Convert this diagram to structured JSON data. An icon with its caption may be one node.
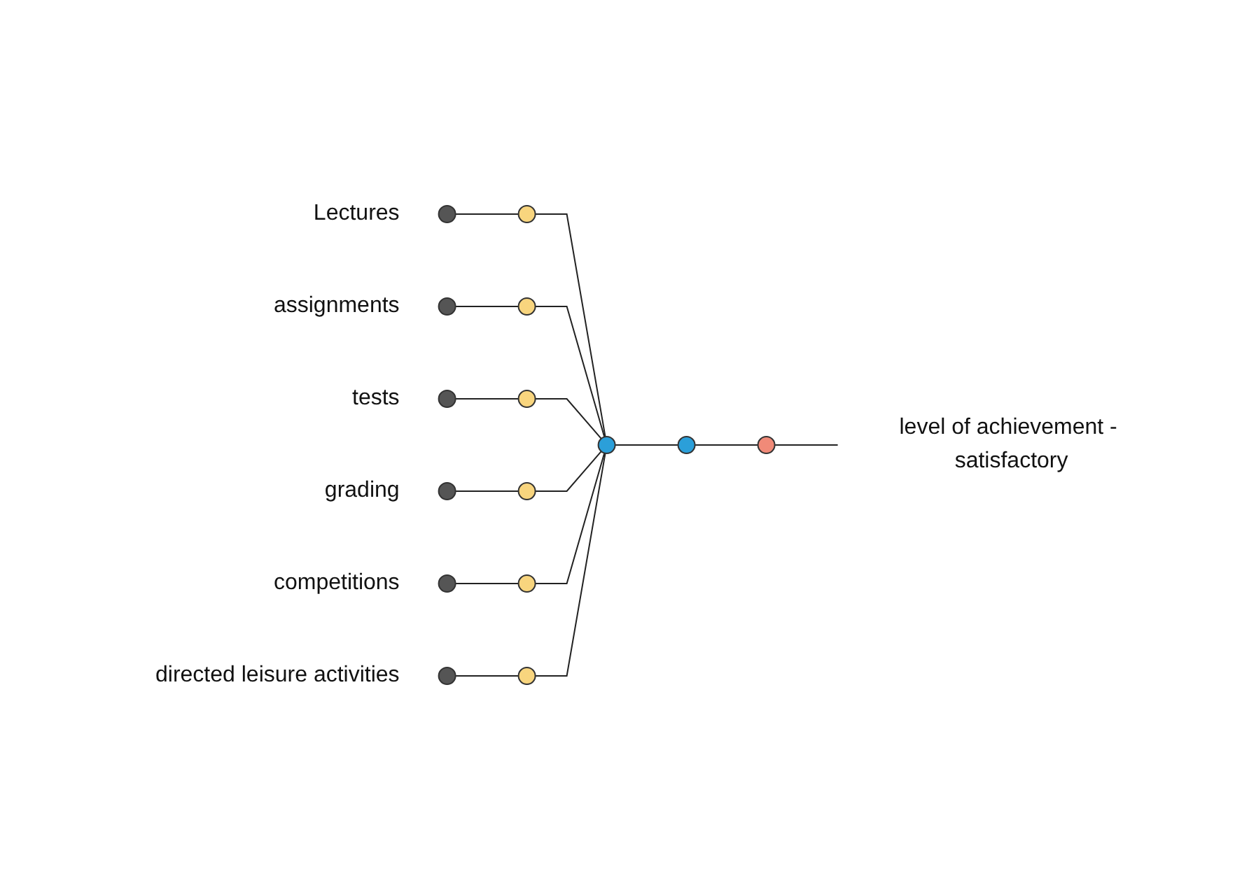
{
  "diagram": {
    "nodes": [
      {
        "text": [],
        "shape": "circle",
        "beside": [
          "Lectures"
        ]
      },
      {
        "text": [],
        "shape": "circle",
        "beside": [
          "assignments"
        ]
      },
      {
        "text": [],
        "shape": "circle",
        "beside": [
          "tests"
        ]
      },
      {
        "text": [],
        "shape": "circle",
        "beside": [
          "grading"
        ]
      },
      {
        "text": [],
        "shape": "circle",
        "beside": [
          "competitions"
        ]
      },
      {
        "text": [],
        "shape": "circle",
        "beside": [
          "directed leisure activities"
        ]
      },
      {
        "text": [],
        "shape": "circle"
      },
      {
        "text": [],
        "shape": "circle"
      },
      {
        "text": [],
        "shape": "circle"
      },
      {
        "text": [],
        "shape": "circle"
      },
      {
        "text": [],
        "shape": "circle"
      },
      {
        "text": [],
        "shape": "circle"
      },
      {
        "text": [],
        "shape": "circle"
      },
      {
        "text": [],
        "shape": "circle"
      },
      {
        "text": [],
        "shape": "circle"
      },
      {
        "text": [
          "level of achievement - satisfactory"
        ]
      }
    ],
    "edges": [
      {
        "from": 0,
        "to": 6,
        "arrow": "none"
      },
      {
        "from": 1,
        "to": 7,
        "arrow": "none"
      },
      {
        "from": 2,
        "to": 8,
        "arrow": "none"
      },
      {
        "from": 3,
        "to": 9,
        "arrow": "none"
      },
      {
        "from": 4,
        "to": 10,
        "arrow": "none"
      },
      {
        "from": 5,
        "to": 11,
        "arrow": "none"
      },
      {
        "from": 6,
        "to": 12,
        "arrow": "none"
      },
      {
        "from": 7,
        "to": 12,
        "arrow": "none"
      },
      {
        "from": 8,
        "to": 12,
        "arrow": "none"
      },
      {
        "from": 9,
        "to": 12,
        "arrow": "none"
      },
      {
        "from": 10,
        "to": 12,
        "arrow": "none"
      },
      {
        "from": 11,
        "to": 12,
        "arrow": "none"
      },
      {
        "from": 12,
        "to": 13,
        "arrow": "none"
      },
      {
        "from": 13,
        "to": 14,
        "arrow": "none"
      },
      {
        "from": 14,
        "to": 15,
        "arrow": "none"
      }
    ]
  }
}
